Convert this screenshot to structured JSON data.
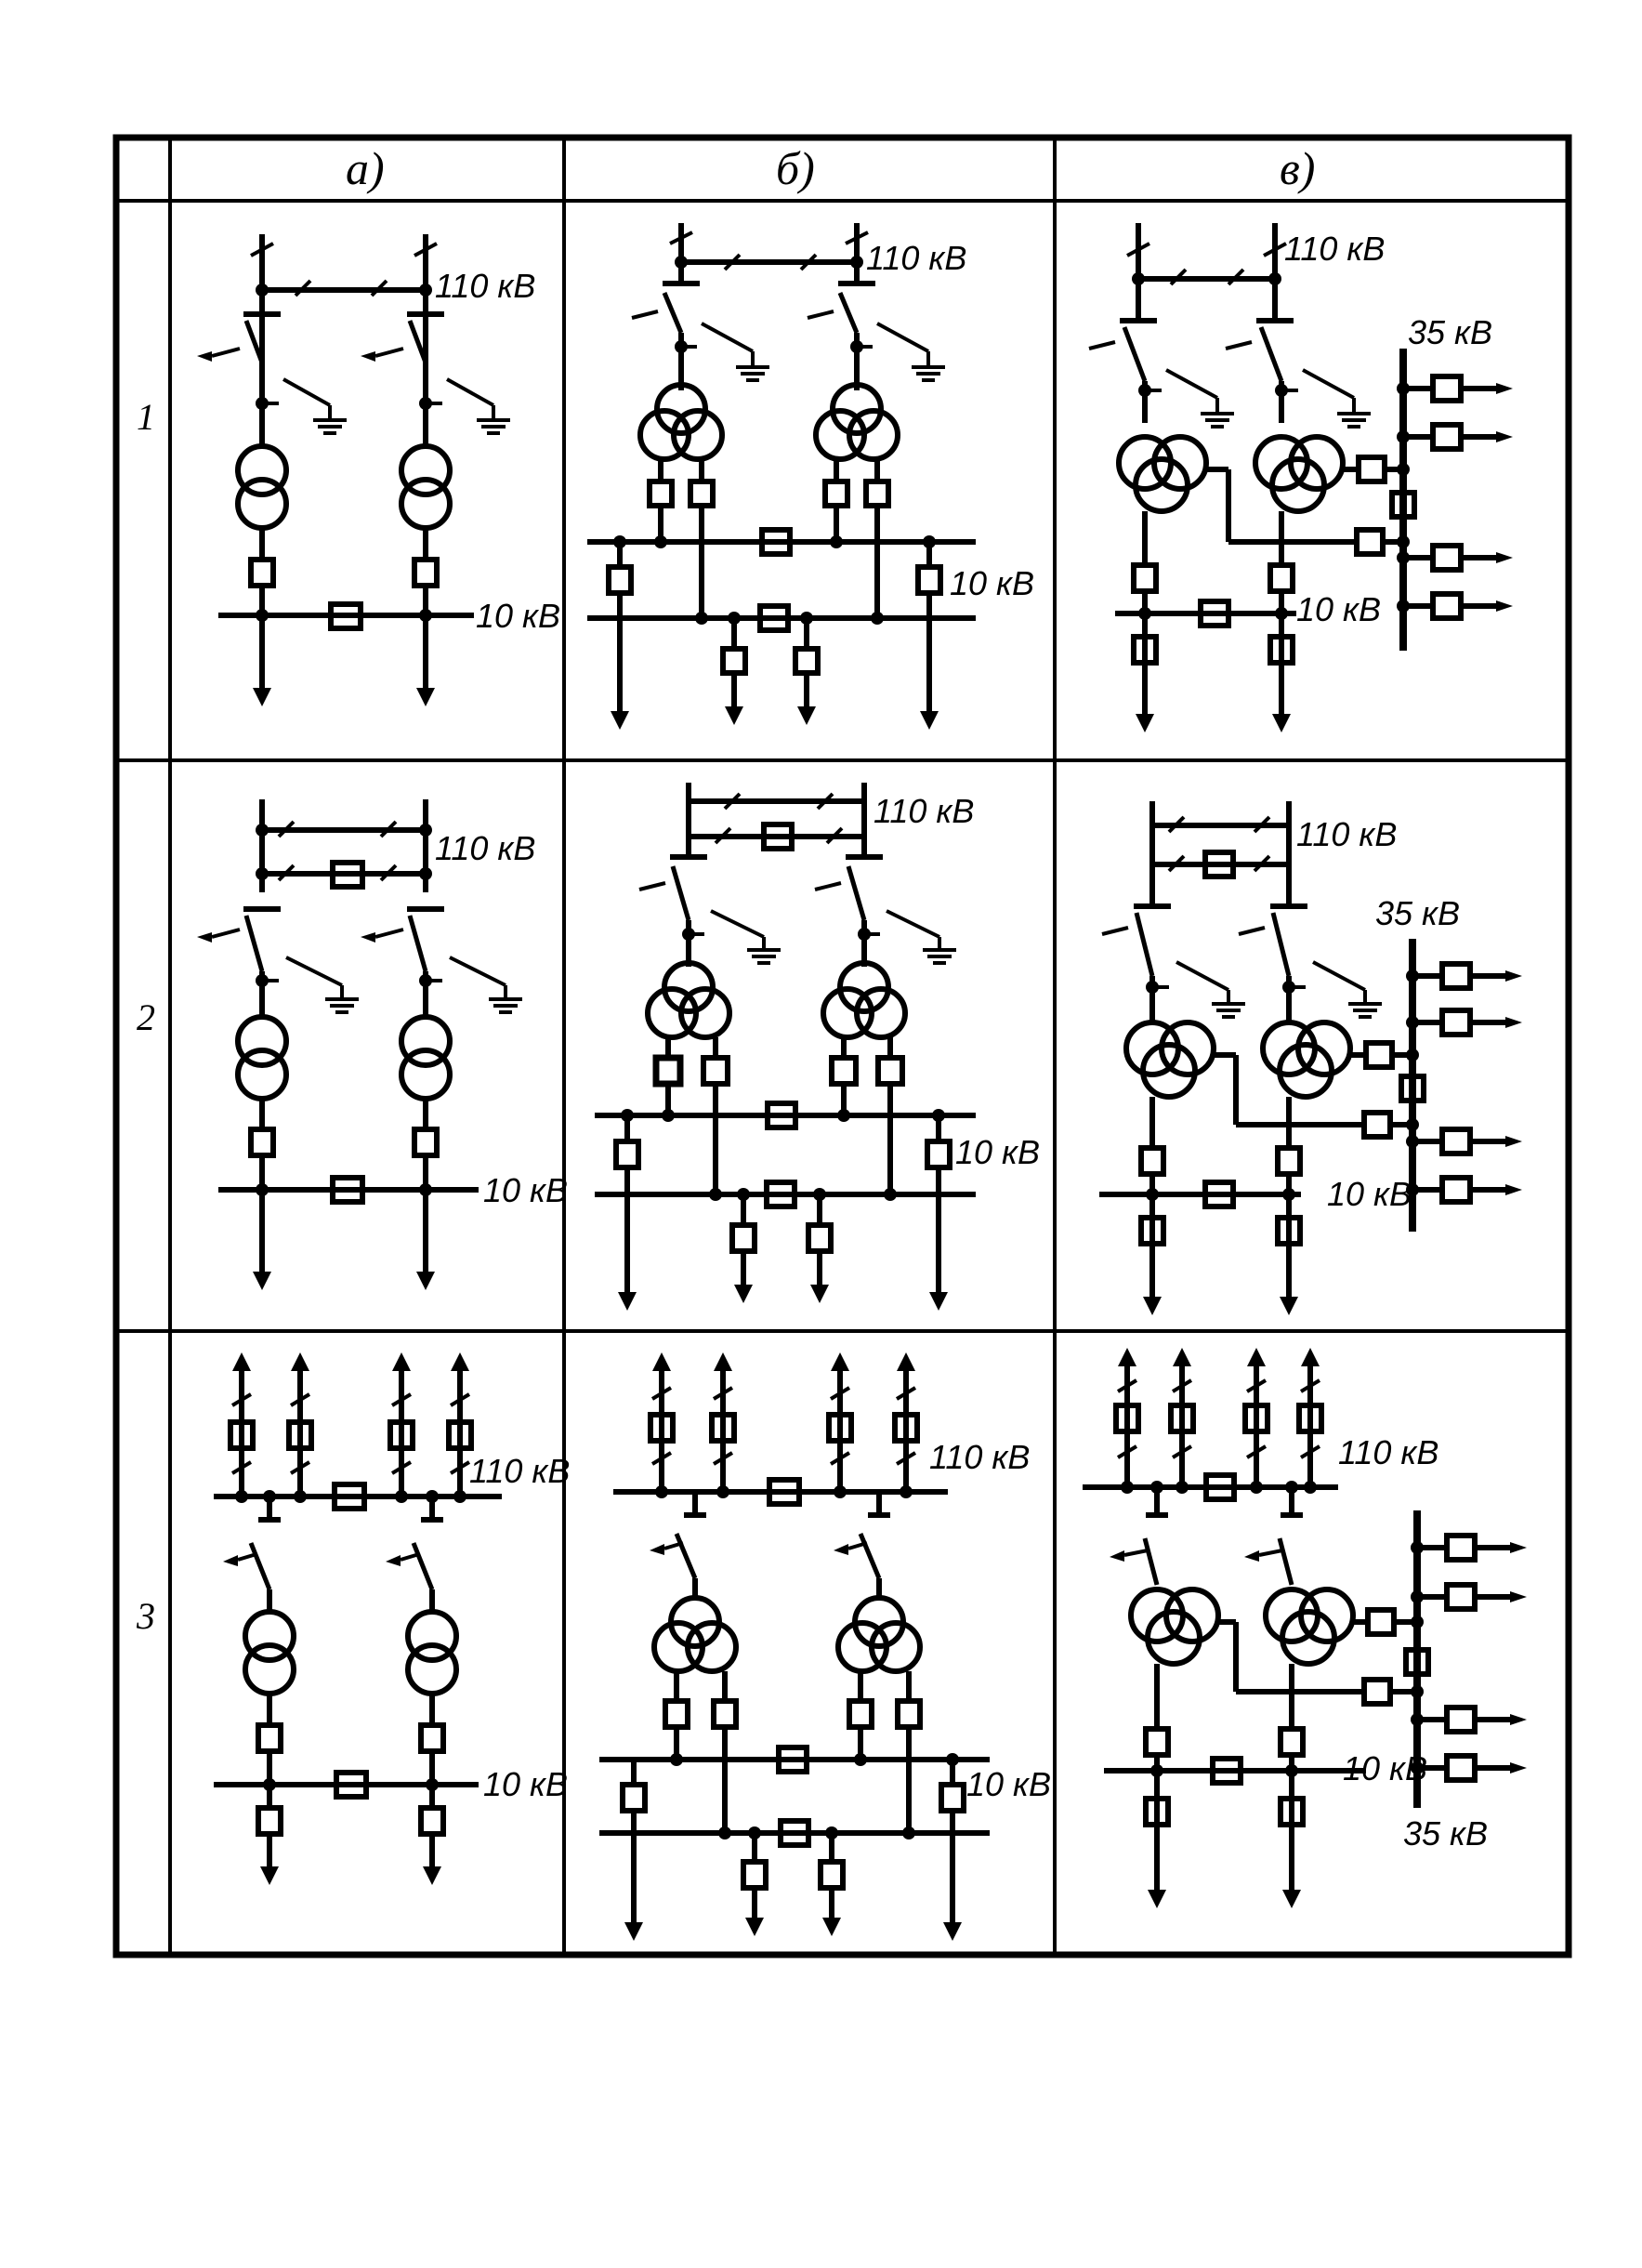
{
  "table": {
    "column_headers": [
      "а)",
      "б)",
      "в)"
    ],
    "row_numbers": [
      "1",
      "2",
      "3"
    ]
  },
  "voltage_labels": {
    "hv": "110 кВ",
    "mv": "35 кВ",
    "lv": "10 кВ"
  }
}
